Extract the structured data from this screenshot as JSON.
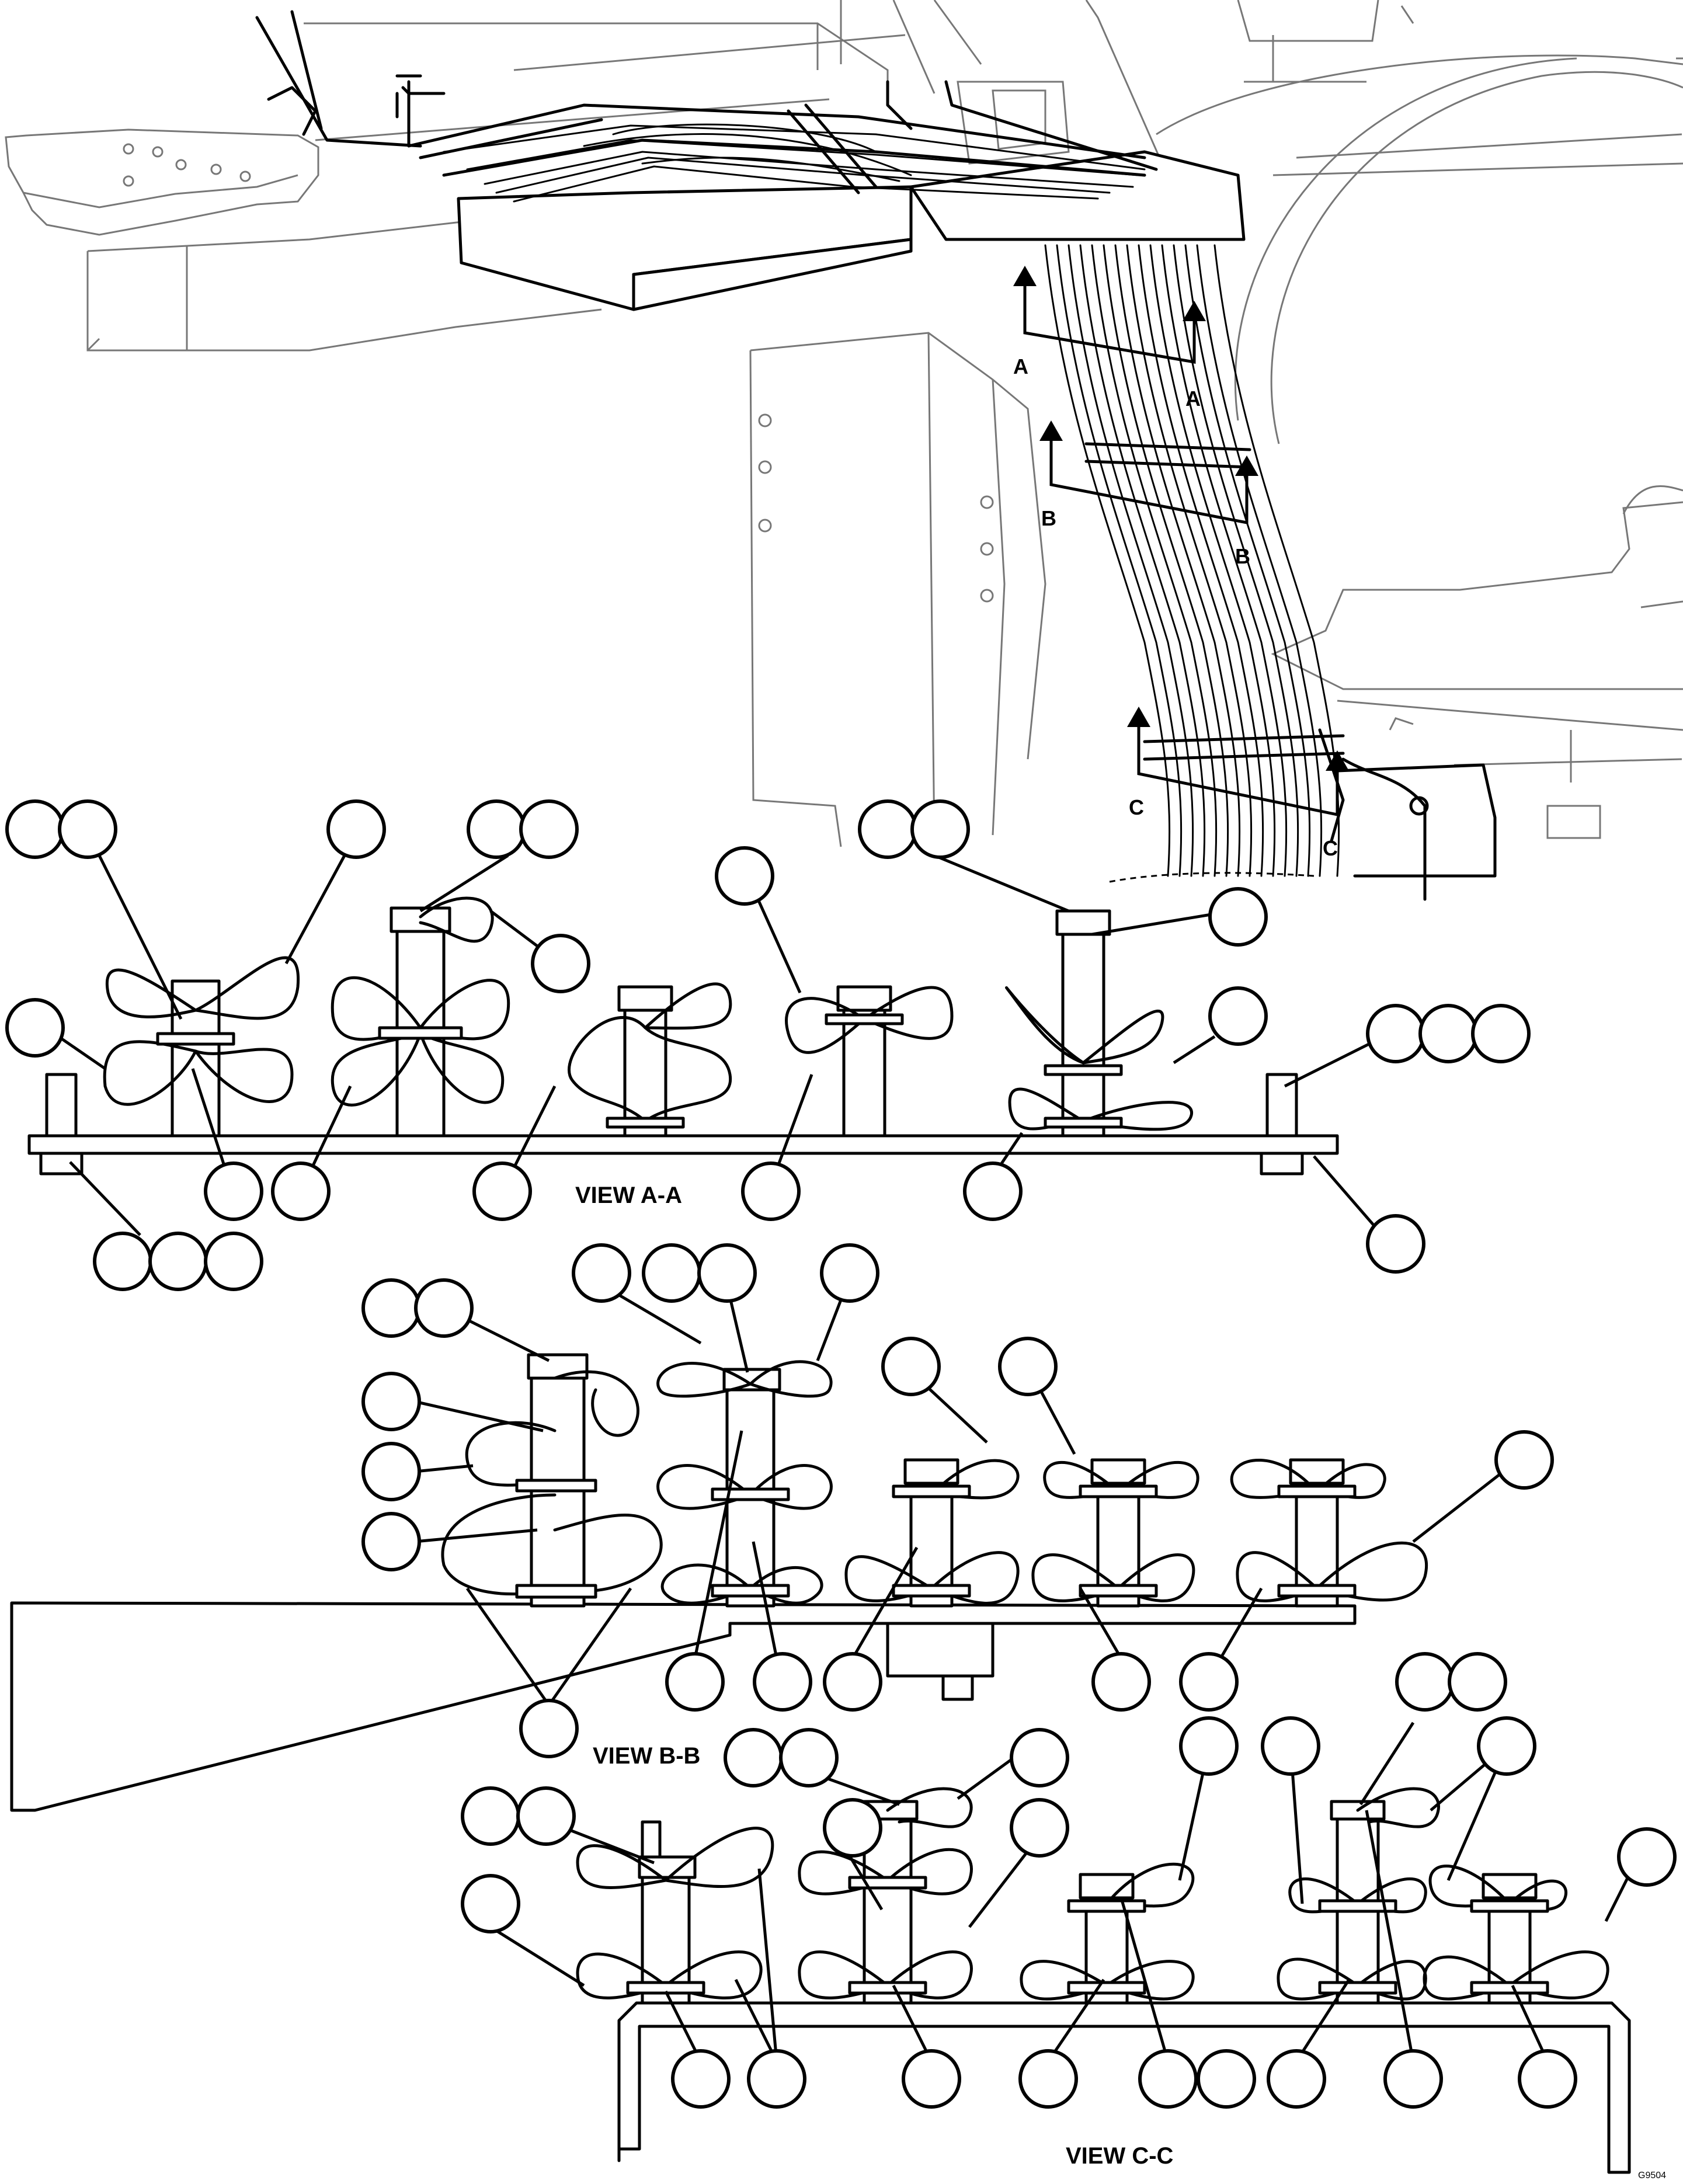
{
  "section_markers": {
    "a_left": "A",
    "a_right": "A",
    "b_left": "B",
    "b_right": "B",
    "c_left": "C",
    "c_right": "C"
  },
  "view_titles": {
    "view_aa": "VIEW A-A",
    "view_bb": "VIEW B-B",
    "view_cc": "VIEW C-C"
  },
  "drawing_code": "G9504"
}
